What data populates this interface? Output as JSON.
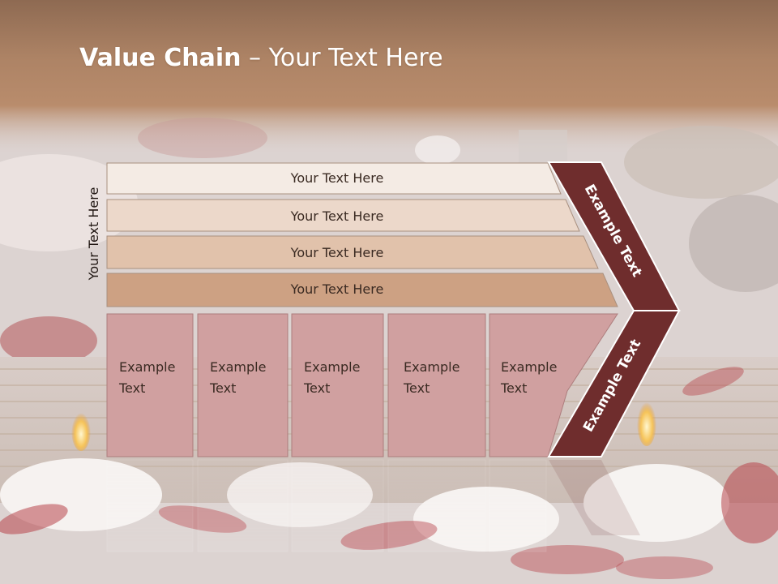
{
  "title": {
    "bold": "Value Chain",
    "separator": " – ",
    "rest": "Your Text Here"
  },
  "side_label": "Your Text Here",
  "rows": [
    {
      "label": "Your Text Here",
      "fill": "#f4ebe4"
    },
    {
      "label": "Your Text Here",
      "fill": "#ecd8ca"
    },
    {
      "label": "Your Text Here",
      "fill": "#e1c2ab"
    },
    {
      "label": "Your Text Here",
      "fill": "#cda183"
    }
  ],
  "columns": [
    {
      "line1": "Example",
      "line2": "Text"
    },
    {
      "line1": "Example",
      "line2": "Text"
    },
    {
      "line1": "Example",
      "line2": "Text"
    },
    {
      "line1": "Example",
      "line2": "Text"
    },
    {
      "line1": "Example",
      "line2": "Text"
    }
  ],
  "arrow": {
    "upper_label": "Example Text",
    "lower_label": "Example Text",
    "fill": "#6f2d2d"
  },
  "colors": {
    "header_band": "#b58a6a",
    "column_fill": "#d0a0a0",
    "column_stroke": "#ad7d7d",
    "text_dark": "#3a2a22"
  }
}
